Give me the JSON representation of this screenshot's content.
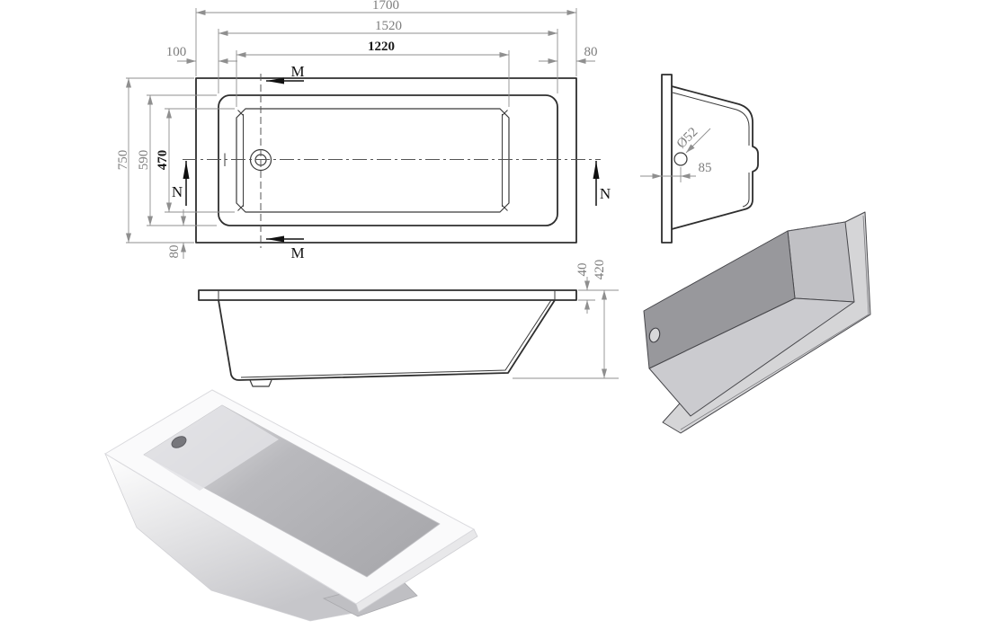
{
  "title": "bathtub-technical-drawing",
  "colors": {
    "background": "#ffffff",
    "outline": "#2e2e2e",
    "dimension_line": "#8f8f8f",
    "dimension_text": "#7d7d7d",
    "emphasis_text": "#1a1a1a",
    "section_text": "#111111",
    "render_dark_face": "#98989c",
    "render_light_face": "#cbcbcf",
    "render_plate": "#d5d5d7"
  },
  "plan_view": {
    "dim_length_total": "1700",
    "dim_length_rim": "1520",
    "dim_length_basin": "1220",
    "dim_offset_left": "100",
    "dim_offset_right": "80",
    "dim_width_total": "750",
    "dim_width_rim": "590",
    "dim_width_basin": "470",
    "dim_offset_bottom": "80",
    "section_m": "M",
    "section_n": "N"
  },
  "front_view": {
    "dim_rim_thickness": "40",
    "dim_height": "420"
  },
  "end_view": {
    "dim_drain_diameter": "Ø52",
    "dim_drain_offset": "85"
  }
}
